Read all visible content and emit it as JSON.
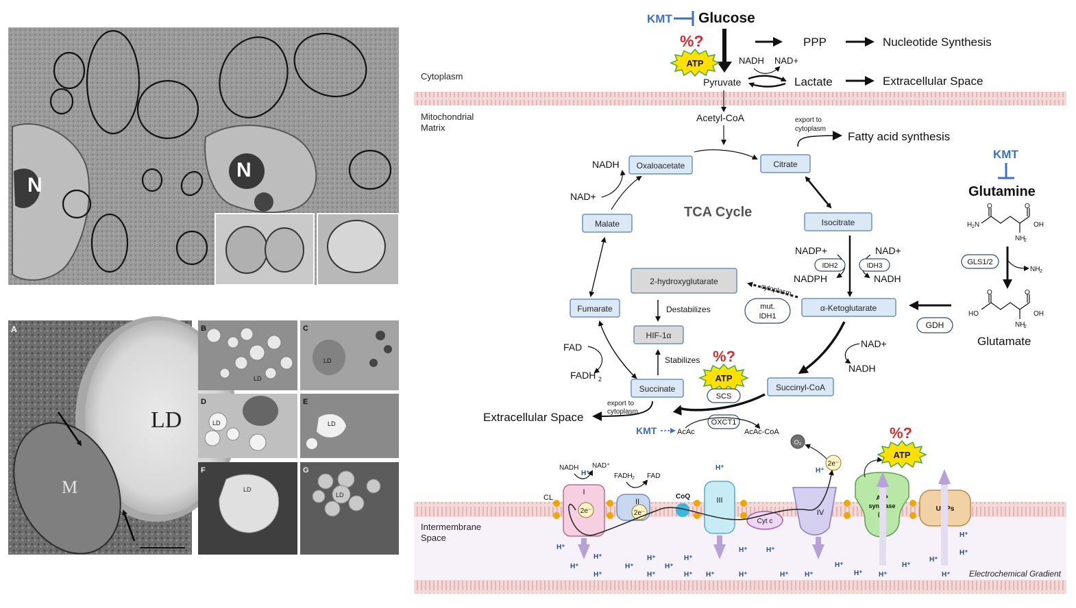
{
  "micrographs": {
    "top": {
      "nucleus_label_1": "N",
      "nucleus_label_2": "N"
    },
    "bottom": {
      "main": {
        "panel_label": "A",
        "lipid_label": "LD",
        "mito_label": "M"
      },
      "panels": [
        {
          "panel_label": "B",
          "lipid_label": "LD"
        },
        {
          "panel_label": "C",
          "lipid_label": "LD"
        },
        {
          "panel_label": "D",
          "lipid_label": "LD"
        },
        {
          "panel_label": "E",
          "lipid_label": "LD"
        },
        {
          "panel_label": "F",
          "lipid_label": "LD"
        },
        {
          "panel_label": "G",
          "lipid_label": "LD"
        }
      ]
    }
  },
  "diagram": {
    "compartments": {
      "cytoplasm": "Cytoplasm",
      "matrix_line1": "Mitochondrial",
      "matrix_line2": "Matrix",
      "ims_line1": "Intermembrane",
      "ims_line2": "Space",
      "gradient": "Electrochemical Gradient"
    },
    "top": {
      "kmt": "KMT",
      "glucose": "Glucose",
      "percent_q": "%?",
      "atp": "ATP",
      "ppp": "PPP",
      "nucleotide": "Nucleotide Synthesis",
      "nadh": "NADH",
      "nad_plus": "NAD+",
      "pyruvate": "Pyruvate",
      "lactate": "Lactate",
      "extracellular": "Extracellular Space"
    },
    "tca": {
      "title": "TCA Cycle",
      "acetyl_coa": "Acetyl-CoA",
      "export_line1": "export to",
      "export_line2": "cytoplasm",
      "fatty_acid": "Fatty acid synthesis",
      "citrate": "Citrate",
      "oxaloacetate": "Oxaloacetate",
      "isocitrate": "Isocitrate",
      "malate": "Malate",
      "fumarate": "Fumarate",
      "akg": "α-Ketoglutarate",
      "succinyl_coa": "Succinyl-CoA",
      "succinate": "Succinate",
      "hg2": "2-hydroxyglutarate",
      "hif": "HIF-1α",
      "destabilizes": "Destabilizes",
      "stabilizes": "Stabilizes",
      "cytoplasm_small": "cytoplasm",
      "mut_line1": "mut.",
      "mut_line2": "IDH1",
      "nadh_oaa": "NADH",
      "nad_oaa": "NAD+",
      "nadp_plus": "NADP+",
      "nadph": "NADPH",
      "nad_plus_idh3": "NAD+",
      "nadh_idh3": "NADH",
      "idh2": "IDH2",
      "idh3": "IDH3",
      "nad_plus_akg": "NAD+",
      "nadh_akg": "NADH",
      "fad": "FAD",
      "fadh2": "FADH",
      "fadh2_sub": "2",
      "scs": "SCS",
      "oxct1": "OXCT1",
      "kmt_acac": "KMT",
      "acac": "AcAc",
      "acac_coa": "AcAc-CoA",
      "extracellular_left": "Extracellular Space",
      "export2_line1": "export to",
      "export2_line2": "cytoplasm",
      "percent_q2": "%?",
      "atp2": "ATP"
    },
    "glutamine": {
      "kmt": "KMT",
      "title": "Glutamine",
      "gls": "GLS1/2",
      "nh2_release": "NH",
      "nh2_sub": "2",
      "gdh": "GDH",
      "glutamate": "Glutamate",
      "o1": "O",
      "o2": "O",
      "oh": "OH",
      "h2n": "H",
      "h2n_sub": "2",
      "h2n_n": "N",
      "nh2": "NH",
      "nh2_sub2": "2",
      "g_o1": "O",
      "g_o2": "O",
      "g_ho": "HO",
      "g_oh": "OH",
      "g_nh2": "NH",
      "g_nh2_sub": "2"
    },
    "etc": {
      "nadh": "NADH",
      "nad_plus": "NAD⁺",
      "fadh2": "FADH",
      "fadh2_sub": "2",
      "fad": "FAD",
      "cl": "CL",
      "coq": "CoQ",
      "cytc": "Cyt c",
      "complex_i": "I",
      "complex_ii": "II",
      "complex_iii": "III",
      "complex_iv": "IV",
      "atp_synthase_1": "ATP",
      "atp_synthase_2": "synthase",
      "atp_synthase_3": "(V)",
      "ucps": "UCPs",
      "electron": "2e⁻",
      "o2": "O₂",
      "hplus": "H⁺",
      "percent_q": "%?",
      "atp": "ATP"
    }
  }
}
